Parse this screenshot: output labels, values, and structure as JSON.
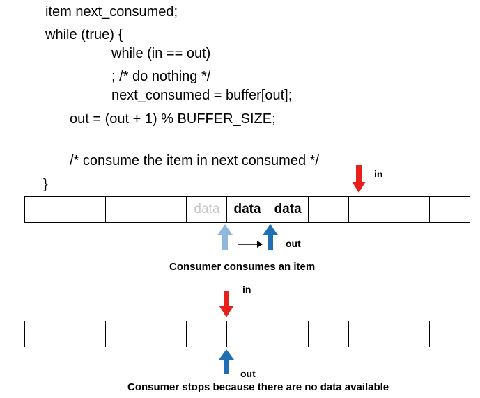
{
  "code_lines": [
    "item next_consumed;",
    "while (true) {",
    "while (in == out)",
    "; /* do nothing */",
    "next_consumed = buffer[out];",
    "out = (out + 1) % BUFFER_SIZE;",
    "/* consume the item in next consumed */",
    "}"
  ],
  "diagram1": {
    "cells": [
      "",
      "",
      "",
      "",
      "data",
      "data",
      "data",
      "",
      "",
      "",
      ""
    ],
    "in_label": "in",
    "out_label": "out",
    "caption": "Consumer consumes an item"
  },
  "diagram2": {
    "cells": [
      "",
      "",
      "",
      "",
      "",
      "",
      "",
      "",
      "",
      "",
      ""
    ],
    "in_label": "in",
    "out_label": "out",
    "caption": "Consumer stops because there are no data available"
  },
  "colors": {
    "in_arrow": "#e8201c",
    "out_arrow": "#1f6fb5",
    "old_out_arrow": "#8fb8dc",
    "faded_text": "#c8c8c8"
  }
}
